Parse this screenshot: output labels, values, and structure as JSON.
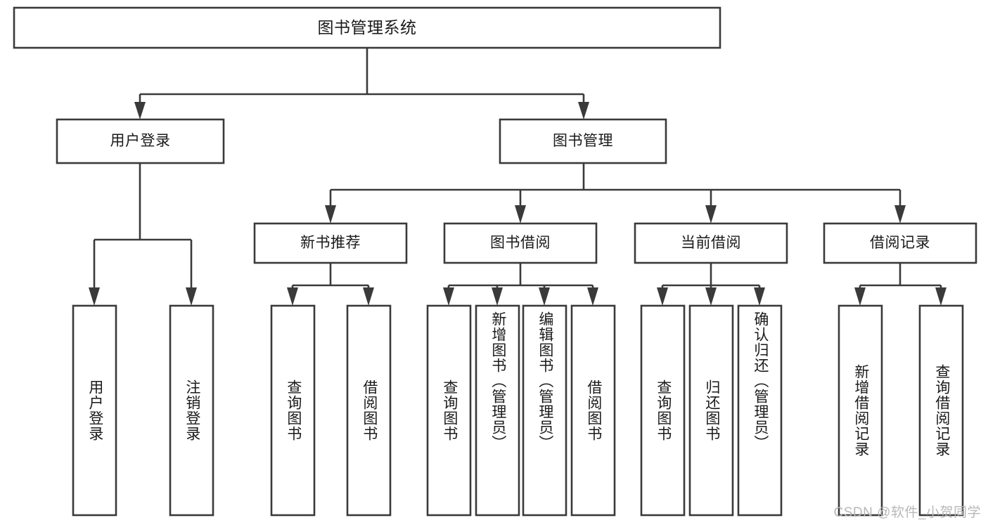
{
  "diagram": {
    "title": "图书管理系统",
    "type": "tree-hierarchy-chart",
    "colors": {
      "stroke": "#3a3a3a",
      "fill": "#ffffff",
      "text": "#1a1a1a",
      "watermark": "#b8b8b8"
    },
    "root": {
      "label": "图书管理系统"
    },
    "level2": [
      {
        "label": "用户登录"
      },
      {
        "label": "图书管理"
      }
    ],
    "level3": [
      {
        "label": "新书推荐"
      },
      {
        "label": "图书借阅"
      },
      {
        "label": "当前借阅"
      },
      {
        "label": "借阅记录"
      }
    ],
    "leaves": {
      "user_login": [
        {
          "label": "用户登录"
        },
        {
          "label": "注销登录"
        }
      ],
      "new_book_recommend": [
        {
          "label": "查询图书"
        },
        {
          "label": "借阅图书"
        }
      ],
      "book_borrow": [
        {
          "label": "查询图书"
        },
        {
          "label": "新增图书（管理员）"
        },
        {
          "label": "编辑图书（管理员）"
        },
        {
          "label": "借阅图书"
        }
      ],
      "current_borrow": [
        {
          "label": "查询图书"
        },
        {
          "label": "归还图书"
        },
        {
          "label": "确认归还（管理员）"
        }
      ],
      "borrow_record": [
        {
          "label": "新增借阅记录"
        },
        {
          "label": "查询借阅记录"
        }
      ]
    }
  },
  "watermark": {
    "text": "CSDN @软件_小贺同学"
  }
}
